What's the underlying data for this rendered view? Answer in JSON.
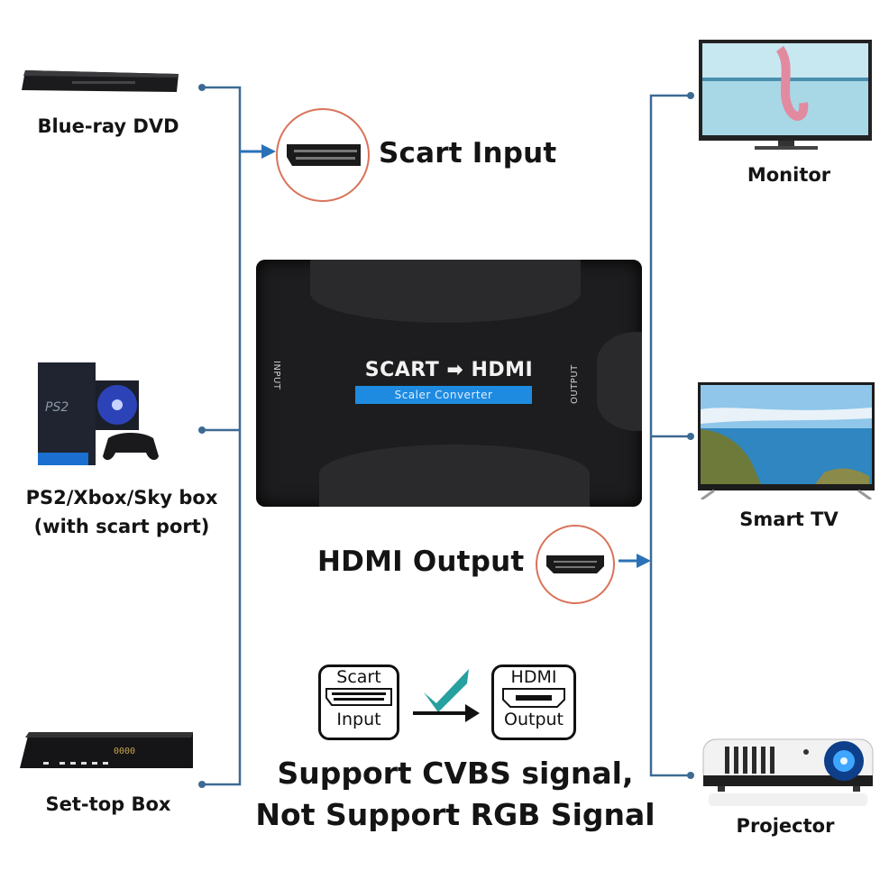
{
  "colors": {
    "line": "#3d6a94",
    "arrow": "#2a72b8",
    "circle_border": "#d9735a",
    "converter_body": "#1d1d1f",
    "converter_band": "#1e8be0",
    "checkmark": "#27a0a0"
  },
  "inputs": {
    "title": "Scart Input",
    "devices": [
      {
        "label": "Blue-ray DVD",
        "icon": "bluray-player-icon"
      },
      {
        "label_line1": "PS2/Xbox/Sky box",
        "label_line2": "(with scart port)",
        "icon": "game-console-icon"
      },
      {
        "label": "Set-top Box",
        "icon": "set-top-box-icon"
      }
    ]
  },
  "converter": {
    "title": "SCART ➡ HDMI",
    "subtitle": "Scaler  Converter",
    "input_side": "INPUT",
    "output_side": "OUTPUT"
  },
  "outputs": {
    "title": "HDMI Output",
    "devices": [
      {
        "label": "Monitor",
        "icon": "monitor-icon"
      },
      {
        "label": "Smart TV",
        "icon": "smart-tv-icon"
      },
      {
        "label": "Projector",
        "icon": "projector-icon"
      }
    ]
  },
  "signal_diagram": {
    "left_top": "Scart",
    "left_bottom": "Input",
    "right_top": "HDMI",
    "right_bottom": "Output"
  },
  "note": {
    "line1": "Support CVBS signal,",
    "line2": "Not Support RGB Signal"
  }
}
